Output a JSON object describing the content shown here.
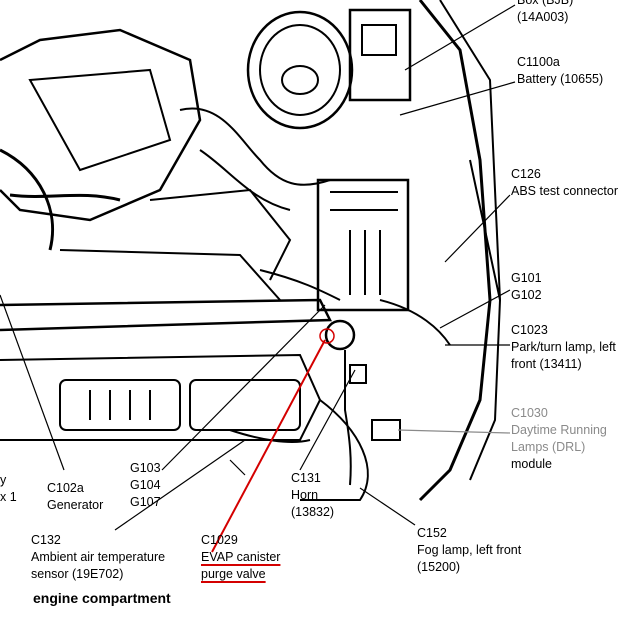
{
  "labels": {
    "box_partial": "Box (BJB)",
    "box_part": "(14A003)",
    "c1100a_id": "C1100a",
    "c1100a_desc": "Battery (10655)",
    "c126_id": "C126",
    "c126_desc": "ABS test connector",
    "g101": "G101",
    "g102": "G102",
    "c1023_id": "C1023",
    "c1023_desc1": "Park/turn lamp, left",
    "c1023_desc2": "front (13411)",
    "c1030_id": "C1030",
    "c1030_desc1": "Daytime Running",
    "c1030_desc2": "Lamps (DRL)",
    "c1030_desc3": "module",
    "left_partial1": "y",
    "left_partial2": "x 1",
    "c102a_id": "C102a",
    "c102a_desc": "Generator",
    "g103": "G103",
    "g104": "G104",
    "g107": "G107",
    "c131_id": "C131",
    "c131_desc": "Horn",
    "c131_part": "(13832)",
    "c152_id": "C152",
    "c152_desc": "Fog lamp, left front",
    "c152_part": "(15200)",
    "c132_id": "C132",
    "c132_desc1": "Ambient air temperature",
    "c132_desc2": "sensor (19E702)",
    "c1029_id": "C1029",
    "c1029_desc1": "EVAP canister",
    "c1029_desc2": "purge valve",
    "caption": "engine compartment"
  },
  "colors": {
    "ink": "#000000",
    "highlight": "#d40000",
    "muted": "#8a8a8a"
  }
}
